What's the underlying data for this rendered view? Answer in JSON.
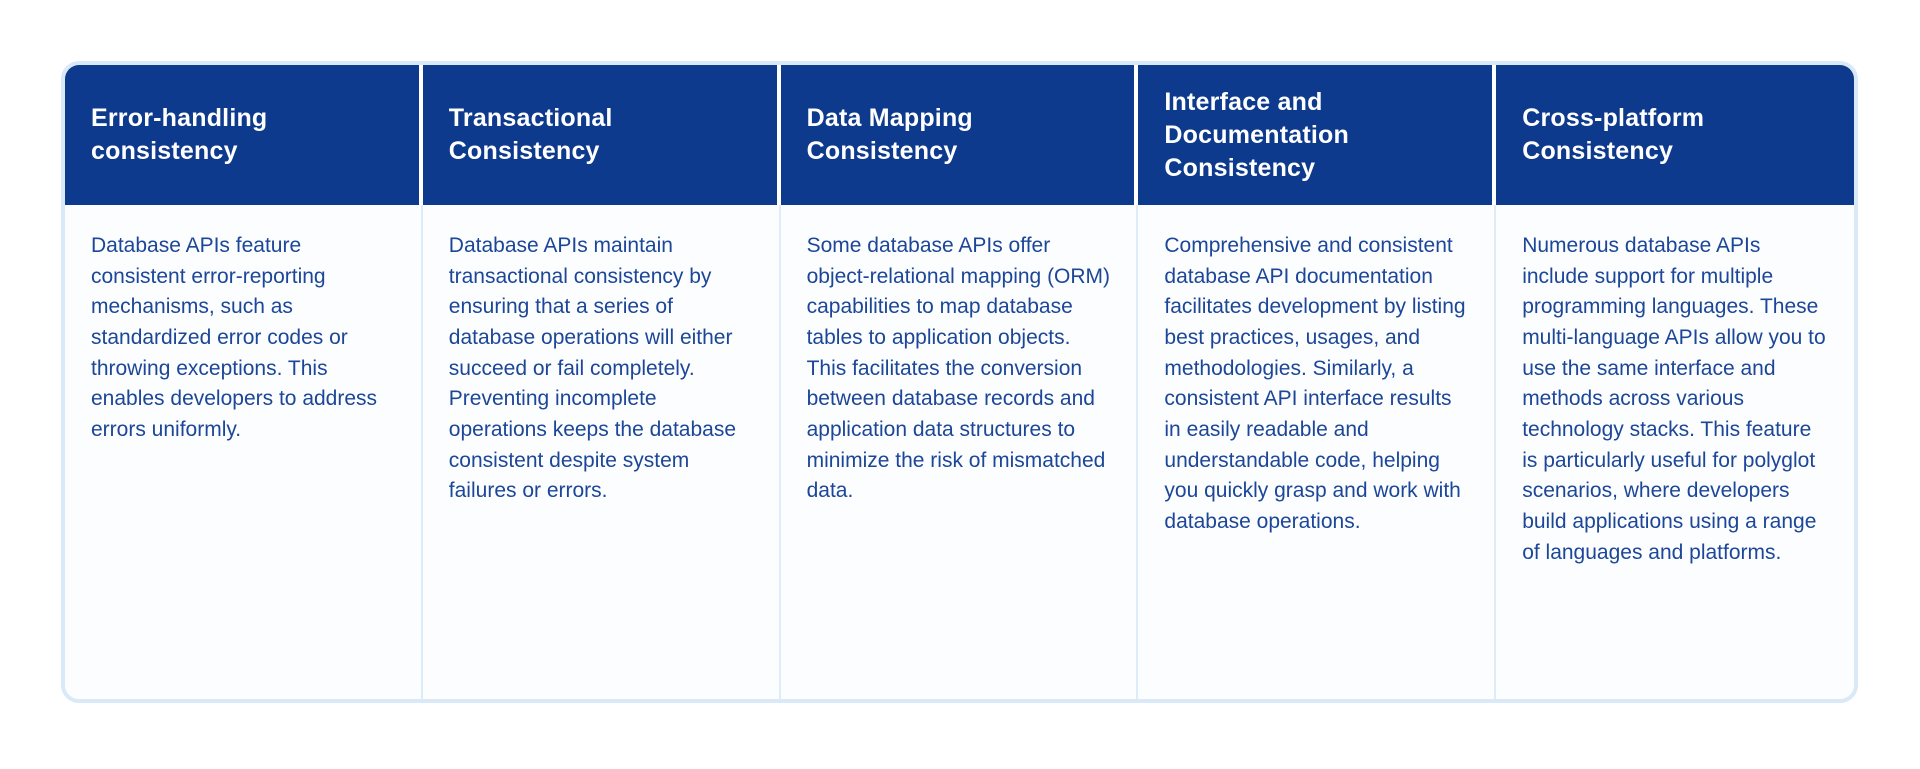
{
  "page": {
    "background_color": "#ffffff"
  },
  "table": {
    "header_bg_color": "#0d3a8d",
    "header_text_color": "#ffffff",
    "body_text_color": "#1c4697",
    "border_color": "#d9e9f8",
    "body_bg_color": "#fbfdff",
    "columns": [
      {
        "title": "Error-handling consistency",
        "body": "Database APIs feature consistent error-reporting mechanisms, such as standardized error codes or throwing exceptions. This enables developers to address errors uniformly."
      },
      {
        "title": "Transactional Consistency",
        "body": "Database APIs maintain transactional consistency by ensuring that a series of database operations will either succeed or fail completely. Preventing incomplete operations keeps the database consistent despite system failures or errors."
      },
      {
        "title": "Data Mapping Consistency",
        "body": "Some database APIs offer object-relational mapping (ORM) capabilities to map database tables to application objects. This facilitates the conversion between database records and application data structures to minimize the risk of mismatched data."
      },
      {
        "title": "Interface and Documentation Consistency",
        "body": "Comprehensive and consistent database API documentation facilitates development by listing best practices, usages, and methodologies. Similarly, a consistent API interface results in easily readable and understandable code, helping you quickly grasp and work with database operations."
      },
      {
        "title": "Cross-platform Consistency",
        "body": "Numerous database APIs include support for multiple programming languages. These multi-language APIs allow you to use the same interface and methods across various technology stacks. This feature is particularly useful for polyglot scenarios, where developers build applications using a range of languages and platforms."
      }
    ]
  }
}
